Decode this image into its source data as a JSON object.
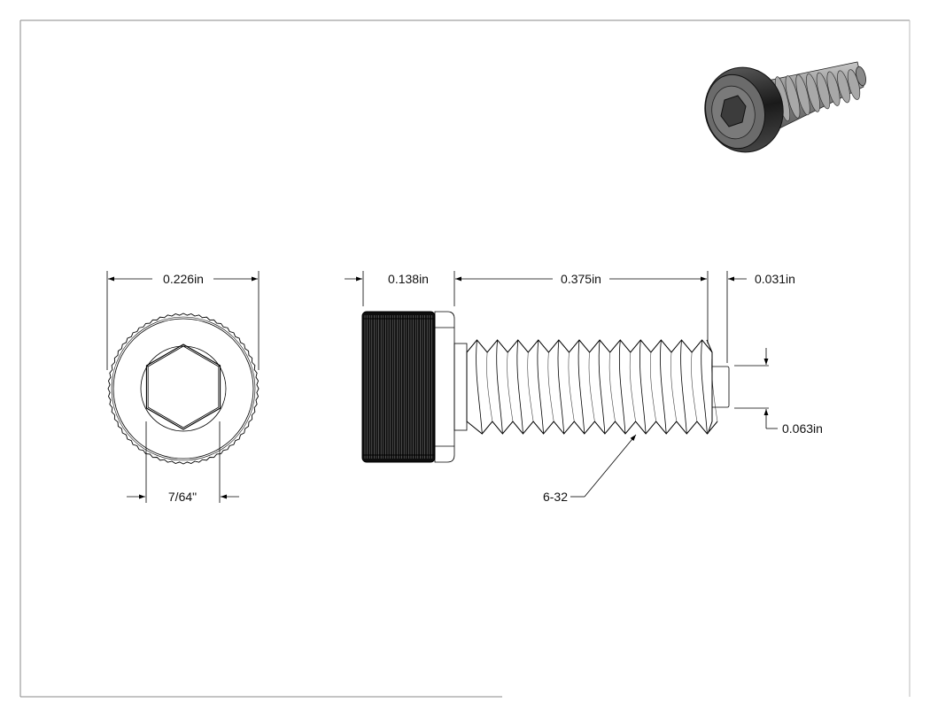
{
  "dimensions": {
    "head_diameter": "0.226in",
    "hex_socket": "7/64\"",
    "head_height": "0.138in",
    "thread_length": "0.375in",
    "tip_length": "0.031in",
    "tip_diameter": "0.063in",
    "thread_callout": "6-32"
  },
  "colors": {
    "line": "#000000",
    "background": "#ffffff",
    "iso_dark": "#2a2a2a",
    "iso_metal": "#9a9a9a"
  }
}
